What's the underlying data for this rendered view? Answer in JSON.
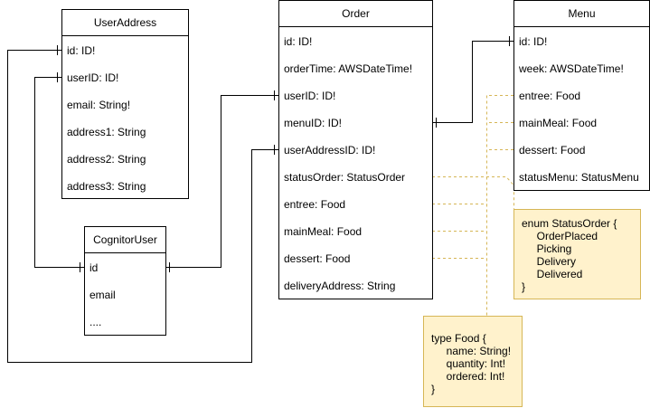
{
  "entities": {
    "user_address": {
      "title": "UserAddress",
      "fields": [
        "id: ID!",
        "userID: ID!",
        "email: String!",
        "address1: String",
        "address2: String",
        "address3: String"
      ]
    },
    "cognitor_user": {
      "title": "CognitorUser",
      "fields": [
        "id",
        "email",
        "...."
      ]
    },
    "order": {
      "title": "Order",
      "fields": [
        "id: ID!",
        "orderTime: AWSDateTime!",
        "userID: ID!",
        "menuID: ID!",
        "userAddressID: ID!",
        "statusOrder: StatusOrder",
        "entree: Food",
        "mainMeal: Food",
        "dessert: Food",
        "deliveryAddress: String"
      ]
    },
    "menu": {
      "title": "Menu",
      "fields": [
        "id: ID!",
        "week: AWSDateTime!",
        "entree: Food",
        "mainMeal: Food",
        "dessert: Food",
        "statusMenu: StatusMenu"
      ]
    }
  },
  "notes": {
    "status_order": "enum StatusOrder {\n     OrderPlaced\n     Picking\n     Delivery\n     Delivered\n}",
    "food": "type Food {\n     name: String!\n     quantity: Int!\n     ordered: Int!\n}"
  },
  "colors": {
    "note_fill": "#fff2cc",
    "note_border": "#d6b656",
    "dashed_connector": "#d6b656"
  }
}
